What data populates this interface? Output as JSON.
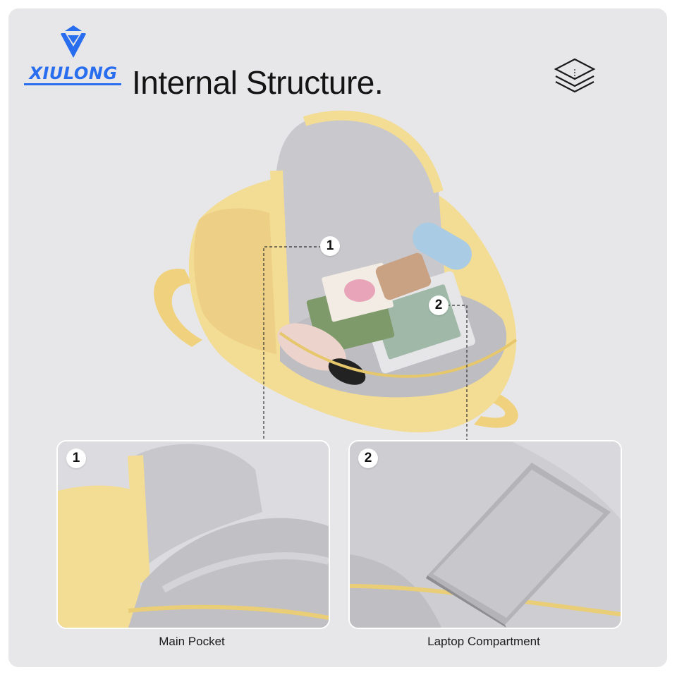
{
  "brand": {
    "name": "XIULONG",
    "color": "#2a6ef0"
  },
  "title": "Internal Structure.",
  "header_icon": "layers-icon",
  "callouts": [
    {
      "number": "1"
    },
    {
      "number": "2"
    }
  ],
  "panels": [
    {
      "number": "1",
      "caption": "Main Pocket"
    },
    {
      "number": "2",
      "caption": "Laptop Compartment"
    }
  ],
  "colors": {
    "background": "#e7e7e9",
    "bag_yellow": "#f3dc94",
    "lining_gray": "#cfcfd3"
  }
}
